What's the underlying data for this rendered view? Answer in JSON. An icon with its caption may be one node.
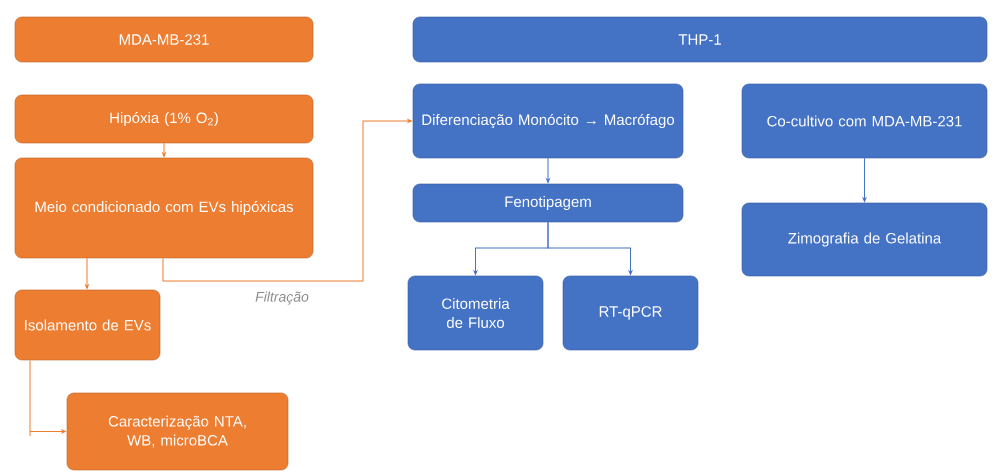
{
  "diagram": {
    "nodes": [
      {
        "text": [
          "MDA-MB-231"
        ]
      },
      {
        "text": [
          "Hipóxia (1% O$_{2}$)"
        ]
      },
      {
        "text": [
          "Meio condicionado com EVs hipóxicas"
        ]
      },
      {
        "text": [
          "Isolamento de EVs"
        ]
      },
      {
        "text": [
          "Caracterização NTA, WB, microBCA"
        ]
      },
      {
        "text": [
          "THP-1"
        ]
      },
      {
        "text": [
          "Diferenciação Monócito → Macrófago"
        ]
      },
      {
        "text": [
          "Fenotipagem"
        ]
      },
      {
        "text": [
          "Citometria de Fluxo"
        ]
      },
      {
        "text": [
          "RT-qPCR"
        ]
      },
      {
        "text": [
          "Co-cultivo com MDA-MB-231"
        ]
      },
      {
        "text": [
          "Zimografia de Gelatina"
        ]
      }
    ],
    "edges": [
      {
        "from": 1,
        "to": 2,
        "arrow": "to",
        "color": "#ed7d31"
      },
      {
        "from": 2,
        "to": 3,
        "arrow": "to",
        "color": "#ed7d31"
      },
      {
        "from": 3,
        "to": 4,
        "arrow": "to",
        "color": "#ed7d31"
      },
      {
        "from": 2,
        "to": 6,
        "arrow": "to",
        "color": "#ed7d31",
        "label": "Filtração"
      },
      {
        "from": 6,
        "to": 7,
        "arrow": "to",
        "color": "#4472c4"
      },
      {
        "from": 7,
        "to": 8,
        "arrow": "to",
        "color": "#4472c4"
      },
      {
        "from": 7,
        "to": 9,
        "arrow": "to",
        "color": "#4472c4"
      },
      {
        "from": 10,
        "to": 11,
        "arrow": "to",
        "color": "#4472c4"
      }
    ]
  }
}
